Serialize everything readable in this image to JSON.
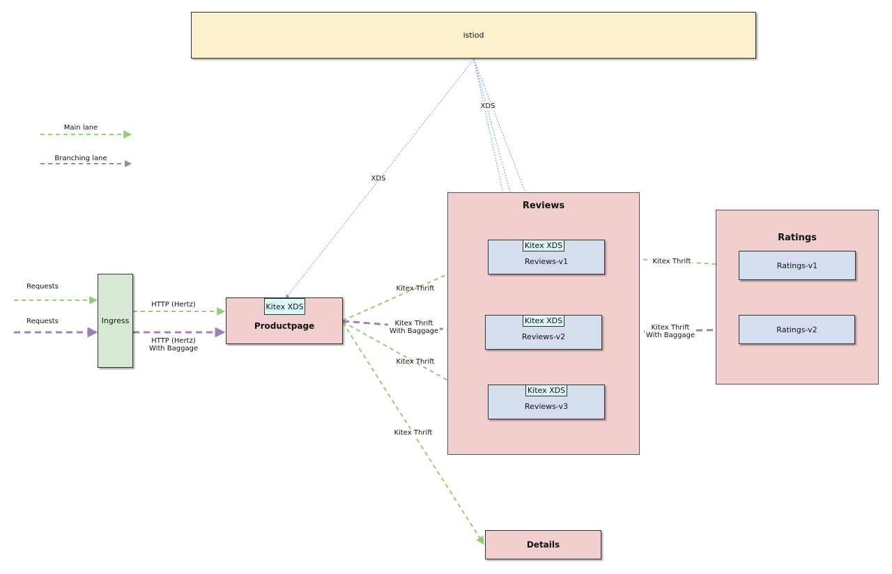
{
  "istiod": {
    "label": "istiod"
  },
  "legend": {
    "main": "Main lane",
    "branch": "Branching lane"
  },
  "colors": {
    "main": "#97c977",
    "branch": "#a17fbd",
    "xds": "#6c9fe0"
  },
  "requests": {
    "main": "Requests",
    "branch": "Requests"
  },
  "ingress": {
    "label": "Ingress"
  },
  "productpage": {
    "label": "Productpage",
    "xds": "Kitex XDS"
  },
  "reviews": {
    "title": "Reviews",
    "v1": {
      "label": "Reviews-v1",
      "xds": "Kitex XDS"
    },
    "v2": {
      "label": "Reviews-v2",
      "xds": "Kitex XDS"
    },
    "v3": {
      "label": "Reviews-v3",
      "xds": "Kitex XDS"
    }
  },
  "ratings": {
    "title": "Ratings",
    "v1": {
      "label": "Ratings-v1"
    },
    "v2": {
      "label": "Ratings-v2"
    }
  },
  "details": {
    "label": "Details"
  },
  "edges": {
    "xds_product": "XDS",
    "xds_reviews": "XDS",
    "http_main": "HTTP (Hertz)",
    "http_branch_1": "HTTP (Hertz)",
    "http_branch_2": "With Baggage",
    "thrift_v1": "Kitex Thrift",
    "thrift_v2_1": "Kitex Thrift",
    "thrift_v2_2": "With Baggage",
    "thrift_v3": "Kitex Thrift",
    "thrift_details": "Kitex Thrift",
    "thrift_ratings1": "Kitex Thrift",
    "thrift_ratings2_1": "Kitex Thrift",
    "thrift_ratings2_2": "With Baggage"
  }
}
